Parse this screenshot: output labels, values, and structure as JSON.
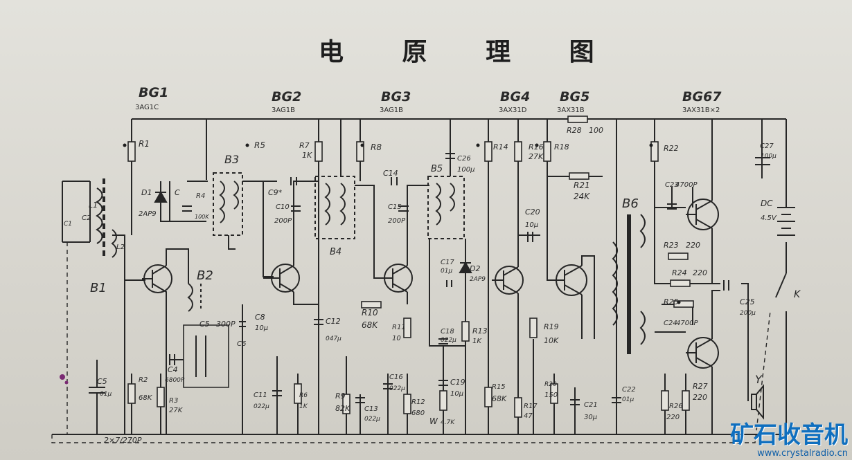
{
  "title": "电 原 理 图",
  "watermark": {
    "logo_text": "矿石收音机",
    "url": "www.crystalradio.cn"
  },
  "colors": {
    "ink": "#262626",
    "paper": "#dedcd5",
    "watermark": "#0f6fbf"
  },
  "transistors": [
    {
      "ref": "BG1",
      "model": "3AG1C"
    },
    {
      "ref": "BG2",
      "model": "3AG1B"
    },
    {
      "ref": "BG3",
      "model": "3AG1B"
    },
    {
      "ref": "BG4",
      "model": "3AX31D"
    },
    {
      "ref": "BG5",
      "model": "3AX31B"
    },
    {
      "ref": "BG67",
      "model": "3AX31B×2"
    }
  ],
  "labels": [
    "R1",
    "R5",
    "R7",
    "1K",
    "R8",
    "R14",
    "R16",
    "27K",
    "R18",
    "R28",
    "100",
    "R22",
    "C27",
    "100μ",
    "B3",
    "D1",
    "2AP9",
    "C",
    "R4",
    "100K",
    "C9*",
    "C10",
    "200P",
    "C14",
    "C15",
    "200P",
    "B5",
    "C26",
    "100μ",
    "C20",
    "10μ",
    "R21",
    "24K",
    "B6",
    "C23",
    "4700P",
    "DC",
    "4.5V",
    "L1",
    "C2",
    "C1",
    "L2",
    "B1",
    "B2",
    "B4",
    "C8",
    "10μ",
    "C12",
    "047μ",
    "R10",
    "68K",
    "R11",
    "10",
    "C17",
    "01μ",
    "D2",
    "2AP9",
    "R13",
    "1K",
    "C18",
    "022μ",
    "R19",
    "10K",
    "R23",
    "220",
    "R24",
    "220",
    "C25",
    "200μ",
    "R25",
    "C24",
    "4700P",
    "K",
    "C5",
    "300P",
    "C6",
    "C4",
    "6800P",
    "C5",
    "01μ",
    "R2",
    "68K",
    "R3",
    "27K",
    "C11",
    "022μ",
    "R6",
    "1K",
    "R9",
    "82K",
    "C13",
    "022μ",
    "C16",
    "022μ",
    "R12",
    "680",
    "C19",
    "10μ",
    "W",
    "4.7K",
    "R15",
    "68K",
    "R17",
    "47",
    "R20",
    "150",
    "C21",
    "30μ",
    "C22",
    "01μ",
    "R26",
    "220",
    "R27",
    "220",
    "Y",
    "2×7/270P"
  ]
}
